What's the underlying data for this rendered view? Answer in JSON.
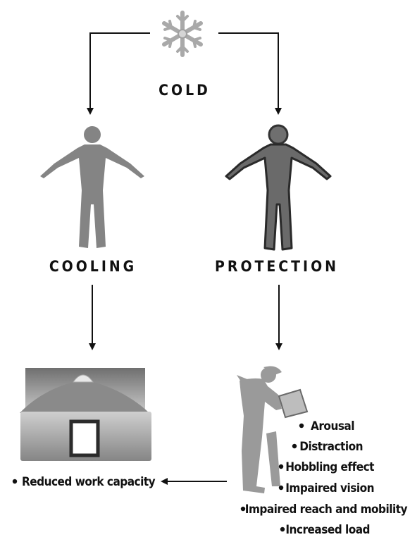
{
  "diagram": {
    "top_label": "COLD",
    "left_label": "COOLING",
    "right_label": "PROTECTION",
    "left_effects": [
      "Reduced work capacity"
    ],
    "right_effects": [
      "Arousal",
      "Distraction",
      "Hobbling effect",
      "Impaired vision",
      "Impaired reach and mobility",
      "Increased load"
    ],
    "icons": {
      "top": "snowflake-icon",
      "left_figure": "cooled-person-icon",
      "right_figure": "protected-person-icon",
      "left_scene": "bed-sick-person-icon",
      "right_scene": "worker-carrying-box-icon"
    }
  }
}
